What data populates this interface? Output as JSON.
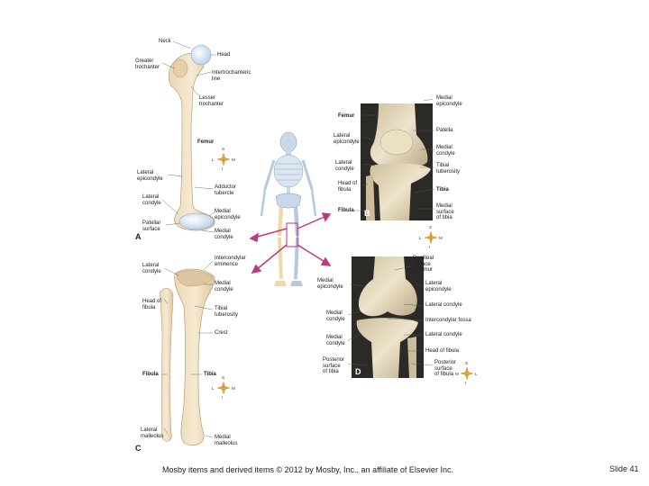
{
  "figure": {
    "panel_A": {
      "letter": "A",
      "labels": {
        "neck": "Neck",
        "head": "Head",
        "greater_trochanter": "Greater\ntrochanter",
        "intertrochanteric_line": "Intertrochanteric\nline",
        "lesser_trochanter": "Lesser\ntrochanter",
        "femur": "Femur",
        "lateral_epicondyle": "Lateral\nepicondyle",
        "adductor_tubercle": "Adductor\ntubercle",
        "lateral_condyle": "Lateral\ncondyle",
        "medial_epicondyle": "Medial\nepicondyle",
        "patellar_surface": "Patellar\nsurface",
        "medial_condyle": "Medial\ncondyle"
      }
    },
    "panel_B": {
      "letter": "B",
      "labels": {
        "femur": "Femur",
        "medial_epicondyle": "Medial\nepicondyle",
        "patella": "Patella",
        "lateral_epicondyle": "Lateral\nepicondyle",
        "medial_condyle": "Medial\ncondyle",
        "lateral_condyle": "Lateral\ncondyle",
        "tibial_tuberosity": "Tibial\ntuberosity",
        "head_of_fibula": "Head of\nfibula",
        "tibia": "Tibia",
        "fibula": "Fibula",
        "medial_surface_of_tibia": "Medial\nsurface\nof tibia"
      }
    },
    "panel_C": {
      "letter": "C",
      "labels": {
        "intercondylar_eminence": "Intercondylar\neminence",
        "lateral_condyle": "Lateral\ncondyle",
        "medial_condyle": "Medial\ncondyle",
        "head_of_fibula": "Head of\nfibula",
        "tibial_tuberosity": "Tibial\ntuberosity",
        "crest": "Crest",
        "fibula": "Fibula",
        "tibia": "Tibia",
        "lateral_malleolus": "Lateral\nmalleolus",
        "medial_malleolus": "Medial\nmalleolus"
      }
    },
    "panel_D": {
      "letter": "D",
      "labels": {
        "popliteal_surface_of_femur": "Popliteal\nsurface\nof femur",
        "medial_epicondyle": "Medial\nepicondyle",
        "lateral_epicondyle": "Lateral\nepicondyle",
        "lateral_condyle_femur": "Lateral condyle",
        "medial_condyle_femur": "Medial\ncondyle",
        "intercondylar_fossa": "Intercondylar fossa",
        "lateral_condyle_tibia": "Lateral condyle",
        "medial_condyle_tibia": "Medial\ncondyle",
        "head_of_fibula": "Head of fibula",
        "posterior_surface_of_tibia": "Posterior\nsurface\nof tibia",
        "posterior_surface_of_fibula": "Posterior\nsurface\nof fibula"
      }
    },
    "compass": {
      "superior": "S",
      "inferior": "I",
      "lateral": "L",
      "medial": "M"
    }
  },
  "footer": {
    "copyright": "Mosby items and derived items © 2012 by Mosby, Inc., an affiliate of Elsevier Inc.",
    "slide_number": "Slide 41"
  }
}
